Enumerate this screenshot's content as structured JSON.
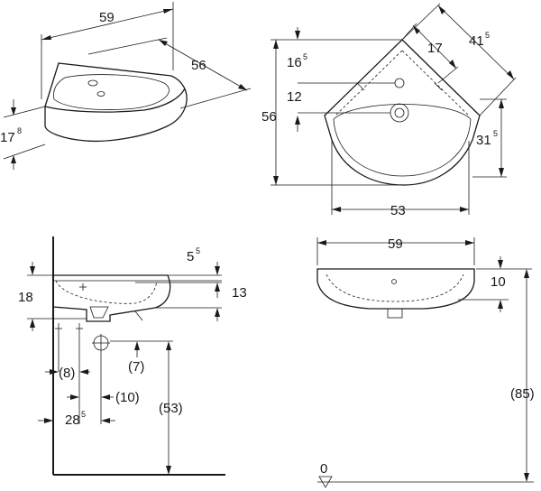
{
  "dimensions": {
    "top_left_width": "59",
    "top_left_depth": "56",
    "top_left_height": "17",
    "top_left_height_sup": "8",
    "top_right_side": "17",
    "top_right_diag": "41",
    "top_right_diag_sup": "5",
    "top_right_tap_offset": "16",
    "top_right_tap_offset_sup": "5",
    "top_right_tap_to_hole": "12",
    "top_right_depth": "56",
    "top_right_bowl_depth": "31",
    "top_right_bowl_depth_sup": "5",
    "top_right_bowl_width": "53",
    "side_rim": "5",
    "side_rim_sup": "5",
    "side_height": "18",
    "side_basin": "13",
    "side_offset_8": "(8)",
    "side_offset_7": "(7)",
    "side_offset_10": "(10)",
    "side_depth": "28",
    "side_depth_sup": "5",
    "side_height_53": "(53)",
    "front_width": "59",
    "front_height_10": "10",
    "front_height_85": "(85)",
    "floor_level": "0"
  }
}
